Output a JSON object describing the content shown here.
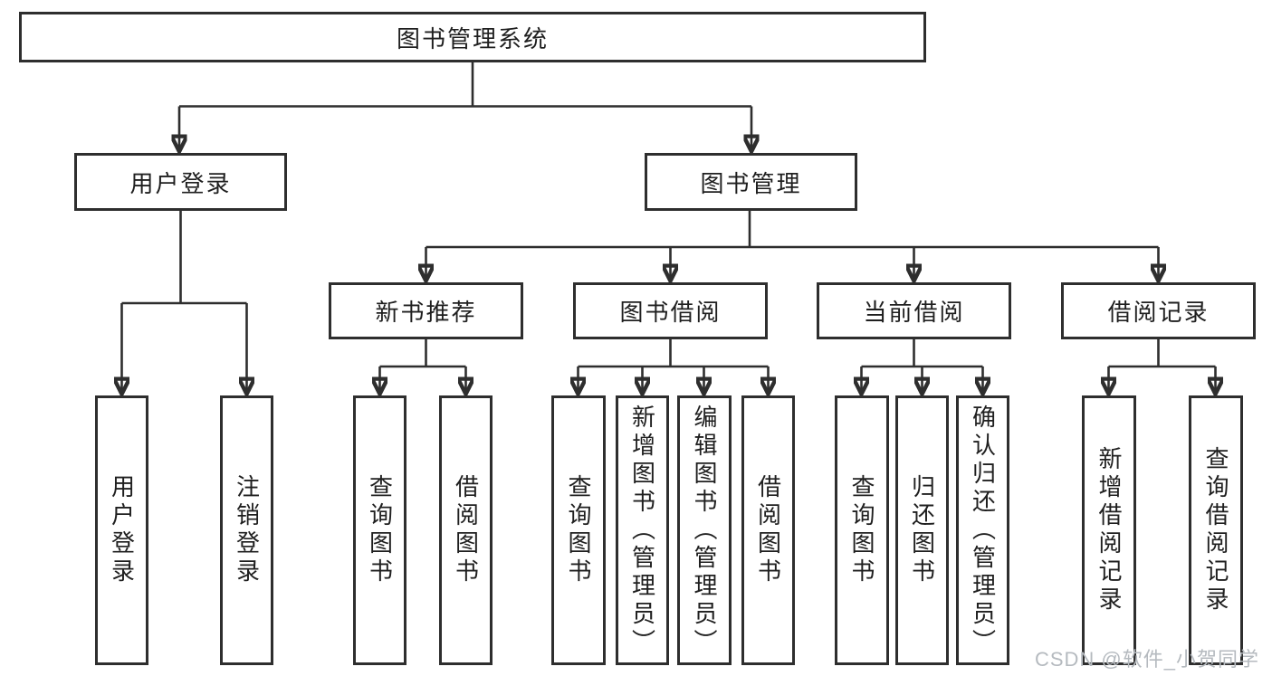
{
  "diagram": {
    "root": {
      "label": "图书管理系统"
    },
    "level2": [
      {
        "label": "用户登录"
      },
      {
        "label": "图书管理"
      }
    ],
    "level3": [
      {
        "label": "新书推荐"
      },
      {
        "label": "图书借阅"
      },
      {
        "label": "当前借阅"
      },
      {
        "label": "借阅记录"
      }
    ],
    "leaves": [
      {
        "label": "用户登录"
      },
      {
        "label": "注销登录"
      },
      {
        "label": "查询图书"
      },
      {
        "label": "借阅图书"
      },
      {
        "label": "查询图书"
      },
      {
        "label": "新增图书（管理员）"
      },
      {
        "label": "编辑图书（管理员）"
      },
      {
        "label": "借阅图书"
      },
      {
        "label": "查询图书"
      },
      {
        "label": "归还图书"
      },
      {
        "label": "确认归还（管理员）"
      },
      {
        "label": "新增借阅记录"
      },
      {
        "label": "查询借阅记录"
      }
    ],
    "colors": {
      "line": "#2e2e2e",
      "background": "#ffffff",
      "text": "#1f1f1f",
      "watermark": "#b5babf"
    }
  },
  "watermark": "CSDN @软件_小贺同学"
}
